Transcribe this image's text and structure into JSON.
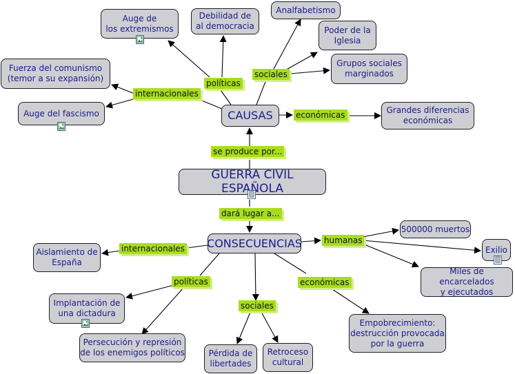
{
  "colors": {
    "node_fill": "#cfcfd3",
    "node_text": "#1a1a8c",
    "link_label_fill": "#a8dd1f",
    "arrow": "#000000"
  },
  "nodes": {
    "center": "GUERRA CIVIL ESPAÑOLA",
    "causas": "CAUSAS",
    "consecuencias": "CONSECUENCIAS",
    "auge_extremismos": "Auge de\nlos extremismos",
    "debilidad_democracia": "Debilidad de\nal democracia",
    "analfabetismo": "Analfabetismo",
    "poder_iglesia": "Poder de la\nIglesia",
    "grupos_marginados": "Grupos sociales\nmarginados",
    "fuerza_comunismo": "Fuerza del comunismo\n(temor a su expansión)",
    "auge_fascismo": "Auge del fascismo",
    "grandes_diferencias": "Grandes diferencias\neconómicas",
    "aislamiento": "Aislamiento de\nEspaña",
    "muertos": "500000 muertos",
    "exilio": "Exilio",
    "encarcelados": "Miles de encarcelados\ny ejecutados",
    "dictadura": "Implantación de\nuna dictadura",
    "persecucion": "Persecución y represión\nde los enemigos políticos",
    "perdida_libertades": "Pérdida de\nlibertades",
    "retroceso": "Retroceso\ncultural",
    "empobrecimiento": "Empobrecimiento:\ndestrucción provocada\npor la guerra"
  },
  "links": {
    "se_produce_por": "se produce por...",
    "dara_lugar": "dará lugar a...",
    "causas_internacionales": "internacionales",
    "causas_politicas": "políticas",
    "causas_sociales": "sociales",
    "causas_economicas": "económicas",
    "cons_internacionales": "internacionales",
    "cons_politicas": "políticas",
    "cons_sociales": "sociales",
    "cons_economicas": "económicas",
    "cons_humanas": "humanas"
  },
  "icons": {
    "image": "image-icon",
    "document": "document-icon"
  }
}
